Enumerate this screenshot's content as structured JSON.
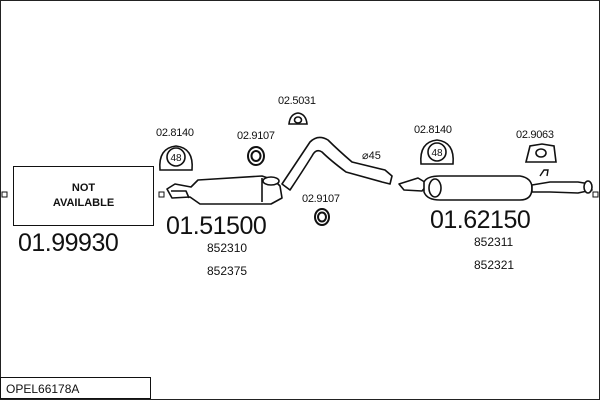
{
  "parts": {
    "not_available": "NOT\nAVAILABLE",
    "front_code": "01.99930",
    "middle": {
      "code": "01.51500",
      "refs": [
        "852310",
        "852375"
      ],
      "clamp": "02.8140",
      "ring_upper": "02.9107",
      "ring_lower": "02.9107",
      "hanger": "02.5031"
    },
    "rear": {
      "code": "01.62150",
      "refs": [
        "852311",
        "852321"
      ],
      "clamp": "02.8140",
      "hanger": "02.9063"
    },
    "diameter": "⌀45",
    "clamp_size": "48"
  },
  "footer": {
    "model": "OPEL66178A"
  }
}
